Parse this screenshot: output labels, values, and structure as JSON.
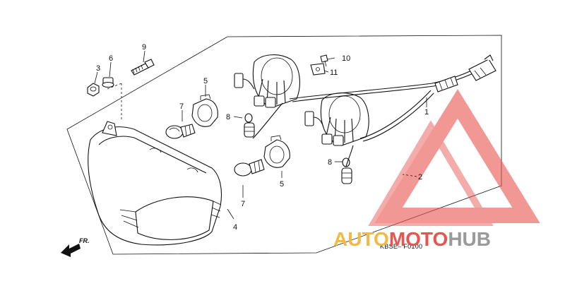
{
  "callouts": {
    "c1": "1",
    "c2": "2",
    "c3": "3",
    "c4": "4",
    "c5a": "5",
    "c5b": "5",
    "c6": "6",
    "c7a": "7",
    "c7b": "7",
    "c8a": "8",
    "c8b": "8",
    "c9": "9",
    "c10": "10",
    "c11": "11"
  },
  "diagram_code": "KBSE– F0100",
  "direction_label": "FR.",
  "watermark": {
    "part_auto": "AUTO",
    "part_moto": "MOTO",
    "part_hub": "HUB",
    "color_orange": "#f5b942",
    "color_red": "#e8544f",
    "color_grey": "#9a9a9a"
  }
}
